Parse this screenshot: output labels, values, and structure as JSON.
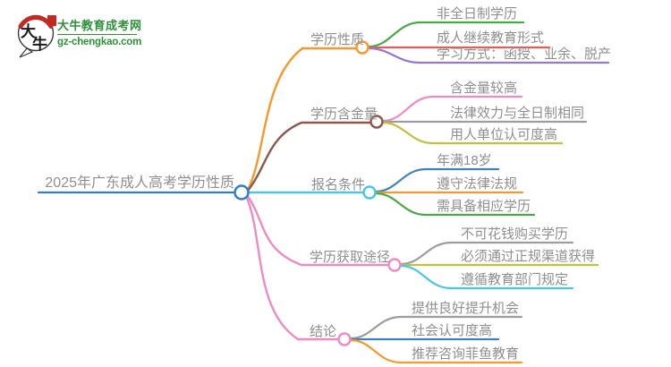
{
  "brand": {
    "title": "大牛教育成考网",
    "url": "gz-chengkao.com",
    "badge_char_1": "大",
    "badge_char_2": "牛",
    "green": "#2f8f3c",
    "red": "#c5281f"
  },
  "mindmap": {
    "root": {
      "label": "2025年广东成人高考学历性质",
      "color": "#2e7fc8"
    },
    "branches": [
      {
        "label": "学历性质",
        "color": "#f5992b",
        "children": [
          {
            "label": "非全日制学历",
            "color": "#4aa848"
          },
          {
            "label": "成人继续教育形式",
            "color": "#e25c5c"
          },
          {
            "label": "学习方式：函授、业余、脱产",
            "color": "#9678d2"
          }
        ]
      },
      {
        "label": "学历含金量",
        "color": "#8a594a",
        "children": [
          {
            "label": "含金量较高",
            "color": "#ee8ac4"
          },
          {
            "label": "法律效力与全日制相同",
            "color": "#9d9d9d"
          },
          {
            "label": "用人单位认可度高",
            "color": "#bfc23a"
          }
        ]
      },
      {
        "label": "报名条件",
        "color": "#4ac6e6",
        "children": [
          {
            "label": "年满18岁",
            "color": "#4080c4"
          },
          {
            "label": "遵守法律法规",
            "color": "#f5992b"
          },
          {
            "label": "需具备相应学历",
            "color": "#4aa848"
          }
        ]
      },
      {
        "label": "学历获取途径",
        "color": "#ee8ac4",
        "children": [
          {
            "label": "不可花钱购买学历",
            "color": "#9d9d9d"
          },
          {
            "label": "必须通过正规渠道获得",
            "color": "#bfc23a"
          },
          {
            "label": "遵循教育部门规定",
            "color": "#4ac6e6"
          }
        ]
      },
      {
        "label": "结论",
        "color": "#ee8ac4",
        "children": [
          {
            "label": "提供良好提升机会",
            "color": "#9d9d9d"
          },
          {
            "label": "社会认可度高",
            "color": "#4080c4"
          },
          {
            "label": "推荐咨询菲鱼教育",
            "color": "#f5992b"
          }
        ]
      }
    ]
  }
}
